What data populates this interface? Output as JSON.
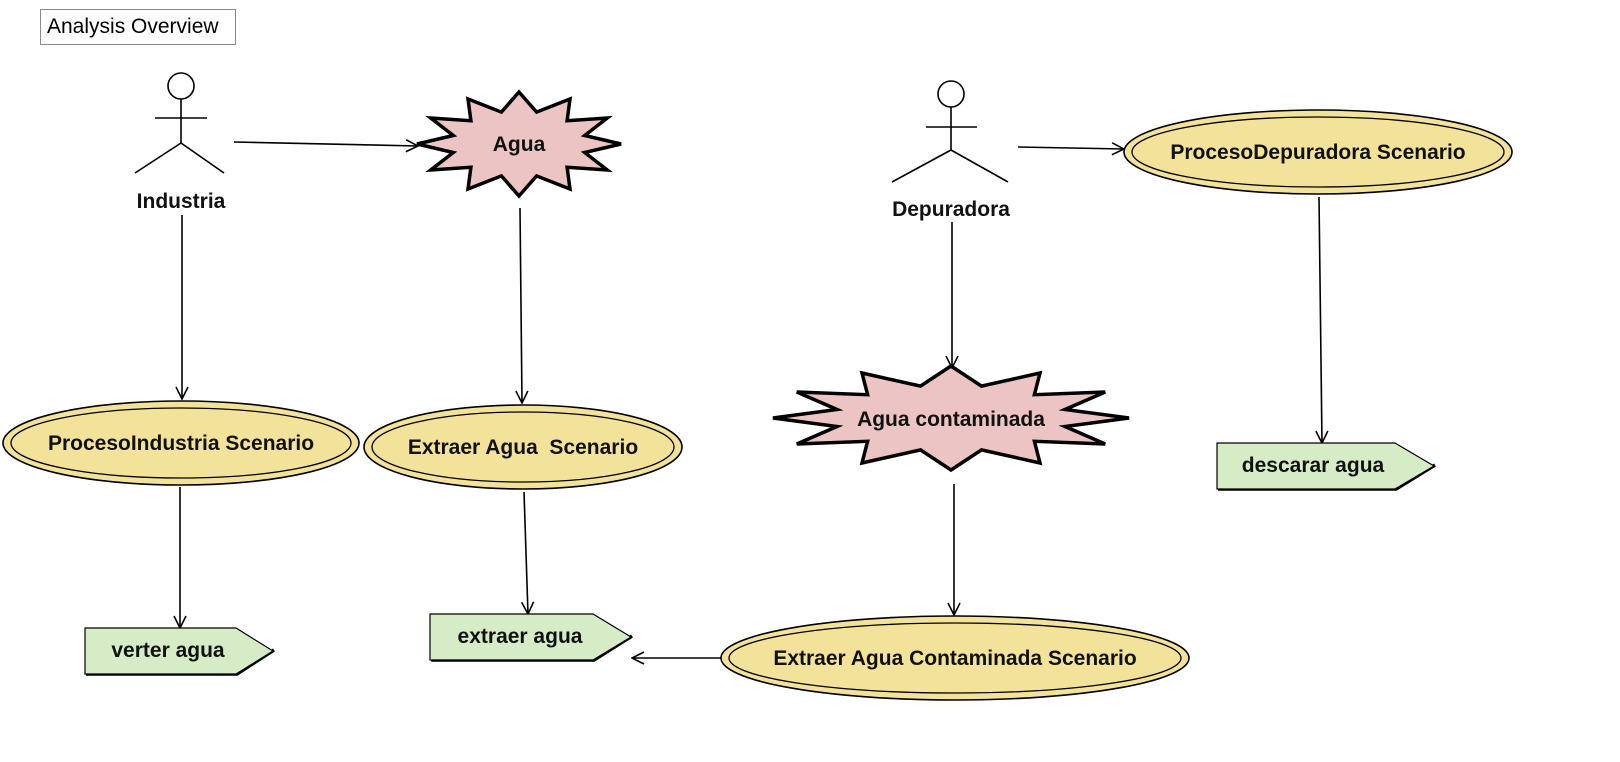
{
  "diagram": {
    "title": "Analysis Overview",
    "colors": {
      "scenario_fill": "#f3e39a",
      "object_fill": "#ecc4c4",
      "action_fill": "#d6ecc7",
      "line": "#000000"
    },
    "actors": {
      "industria": "Industria",
      "depuradora": "Depuradora"
    },
    "objects": {
      "agua": "Agua",
      "agua_contaminada": "Agua contaminada"
    },
    "scenarios": {
      "proceso_industria": "ProcesoIndustria Scenario",
      "extraer_agua": "Extraer Agua  Scenario",
      "proceso_depuradora": "ProcesoDepuradora Scenario",
      "extraer_agua_contaminada": "Extraer Agua Contaminada Scenario"
    },
    "actions": {
      "verter_agua": "verter agua",
      "extraer_agua": "extraer agua",
      "descarar_agua": "descarar agua"
    }
  }
}
